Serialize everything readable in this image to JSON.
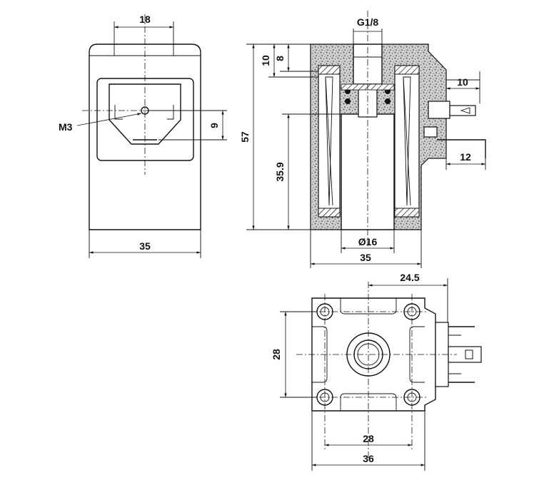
{
  "labels": {
    "top_width": "18",
    "thread": "M3",
    "pin_offset": "9",
    "front_width": "35",
    "port": "G1/8",
    "height_total": "57",
    "depth_10": "10",
    "depth_8": "8",
    "coil_height": "35.9",
    "terminal_10": "10",
    "terminal_12": "12",
    "bore": "Ø16",
    "section_width": "35",
    "plan_offset": "24.5",
    "plan_height": "28",
    "plan_hole_spacing": "28",
    "plan_width": "36"
  }
}
